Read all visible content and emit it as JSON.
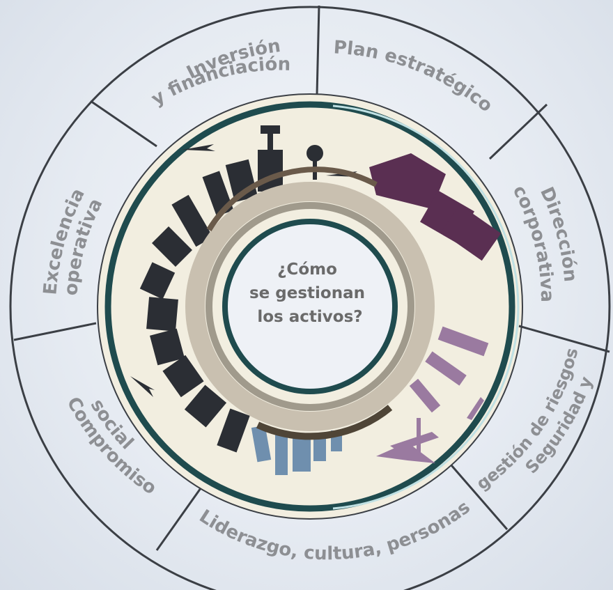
{
  "diagram": {
    "center_question": [
      "¿Cómo",
      "se gestionan",
      "los activos?"
    ],
    "segments": [
      {
        "id": "plan",
        "label": "Plan estratégico"
      },
      {
        "id": "direccion",
        "lines": [
          "Dirección",
          "corporativa"
        ]
      },
      {
        "id": "seguridad",
        "lines": [
          "Seguridad y",
          "gestión de riesgos"
        ]
      },
      {
        "id": "liderazgo",
        "label": "Liderazgo, cultura, personas"
      },
      {
        "id": "compromiso",
        "lines": [
          "Compromiso",
          "social"
        ]
      },
      {
        "id": "excelencia",
        "lines": [
          "Excelencia",
          "operativa"
        ]
      },
      {
        "id": "inversion",
        "lines": [
          "Inversión",
          "y financiación"
        ]
      }
    ],
    "colors": {
      "outer_ring_stroke": "#3b3f45",
      "ring_fill": "#f2eee0",
      "dark_teal_ring": "#1f4b4e",
      "label_text": "#8d8f93",
      "buildings_dark": "#2b2e34",
      "buildings_purple": "#5a2f52",
      "buildings_blue": "#6f8fae",
      "buildings_lilac": "#9a7aa0"
    }
  }
}
